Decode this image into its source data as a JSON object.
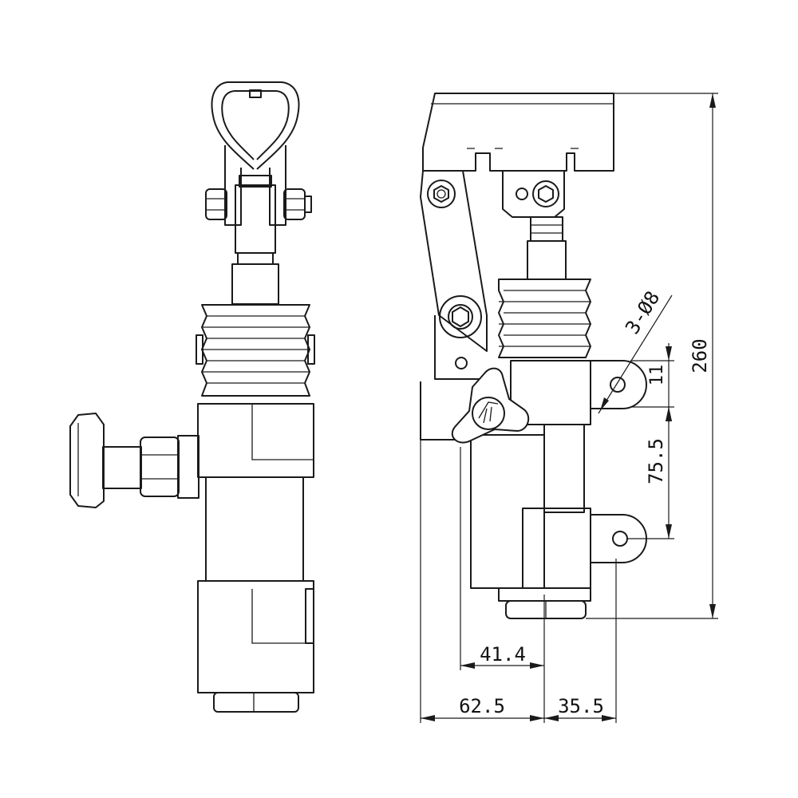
{
  "dimensions": {
    "d_41_4": "41.4",
    "d_62_5": "62.5",
    "d_35_5": "35.5",
    "d_75_5": "75.5",
    "d_11": "11",
    "d_260": "260",
    "d_holes": "3-Ø8"
  },
  "colors": {
    "line": "#1a1a1a",
    "background": "#ffffff"
  }
}
